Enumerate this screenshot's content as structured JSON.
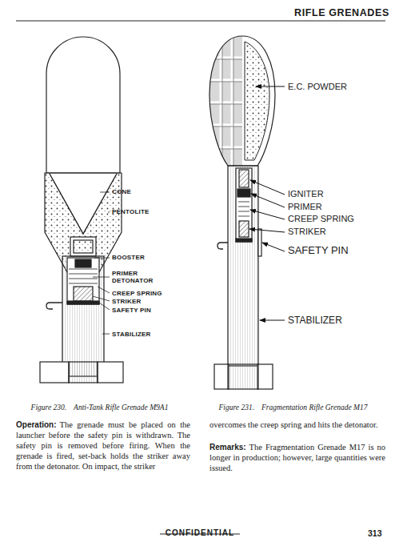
{
  "diagram": {
    "title": "RIFLE GRENADES",
    "labels": [
      "CONE",
      "PENTOLITE",
      "BOOSTER",
      "PRIMER",
      "DETONATOR",
      "CREEP SPRING",
      "STRIKER",
      "SAFETY PIN",
      "STABILIZER",
      "E.C. POWDER",
      "IGNITER",
      "PRIMER",
      "CREEP SPRING",
      "STRIKER",
      "SAFETY PIN",
      "STABILIZER",
      "Figure 230.",
      "Anti-Tank Rifle Grenade M9A1",
      "Figure 231.",
      "Fragmentation Rifle Grenade M17",
      "Operation:",
      "The grenade must be placed on the launcher before the safety pin is withdrawn. The safety pin is removed before firing. When the grenade is fired, set-back holds the striker away from the detonator. On impact, the striker",
      "overcomes the creep spring and hits the detonator.",
      "Remarks:",
      "The Fragmentation Grenade M17 is no longer in production; however, large quantities were issued.",
      "CONFIDENTIAL",
      "313"
    ]
  }
}
